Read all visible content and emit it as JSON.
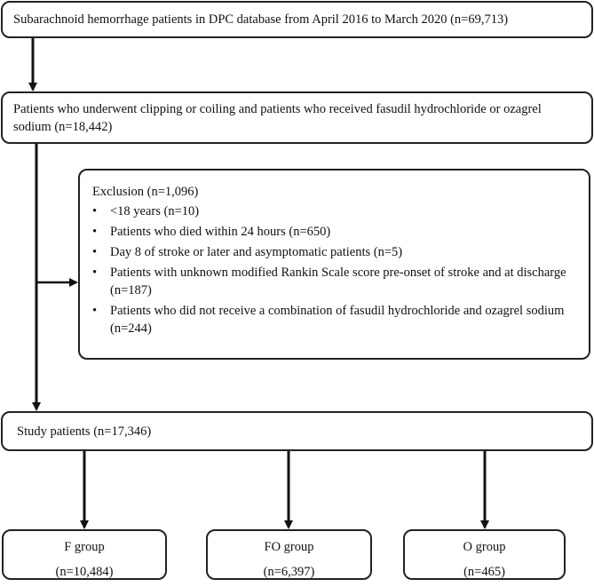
{
  "source": {
    "text": "Subarachnoid hemorrhage patients in DPC database from April 2016 to March 2020 (n=69,713)"
  },
  "eligible": {
    "text": "Patients who underwent clipping or coiling and patients who received fasudil hydrochloride or ozagrel sodium (n=18,442)"
  },
  "exclusion": {
    "title": "Exclusion (n=1,096)",
    "bullet_symbol": "•",
    "items": [
      "<18 years (n=10)",
      "Patients who died within 24 hours (n=650)",
      "Day 8 of stroke or later and asymptomatic patients (n=5)",
      "Patients with unknown modified Rankin Scale score pre-onset of stroke and at discharge (n=187)",
      "Patients who did not receive a combination of fasudil hydrochloride and ozagrel sodium (n=244)"
    ]
  },
  "study": {
    "text": "Study patients (n=17,346)"
  },
  "groups": [
    {
      "name": "F group",
      "count": "(n=10,484)"
    },
    {
      "name": "FO group",
      "count": "(n=6,397)"
    },
    {
      "name": "O group",
      "count": "(n=465)"
    }
  ]
}
